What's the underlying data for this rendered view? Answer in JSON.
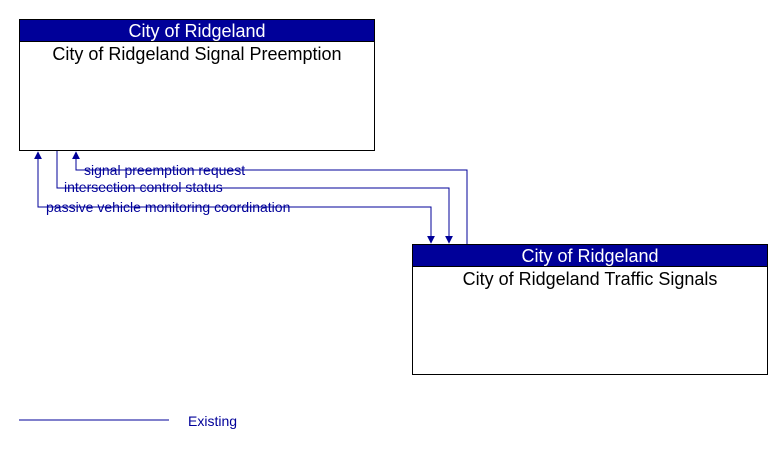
{
  "colors": {
    "header_bg": "#000099",
    "flow_line": "#000099",
    "flow_text": "#000099",
    "border": "#000000"
  },
  "nodes": {
    "preemption": {
      "owner": "City of Ridgeland",
      "name": "City of Ridgeland Signal Preemption"
    },
    "signals": {
      "owner": "City of Ridgeland",
      "name": "City of Ridgeland Traffic Signals"
    }
  },
  "flows": [
    {
      "label": "signal preemption request",
      "from": "signals",
      "to": "preemption",
      "status": "Existing"
    },
    {
      "label": "intersection control status",
      "from": "preemption",
      "to": "signals",
      "status": "Existing"
    },
    {
      "label": "passive vehicle monitoring coordination",
      "from": "signals",
      "to": "preemption",
      "status": "Existing"
    }
  ],
  "legend": {
    "existing_label": "Existing"
  }
}
